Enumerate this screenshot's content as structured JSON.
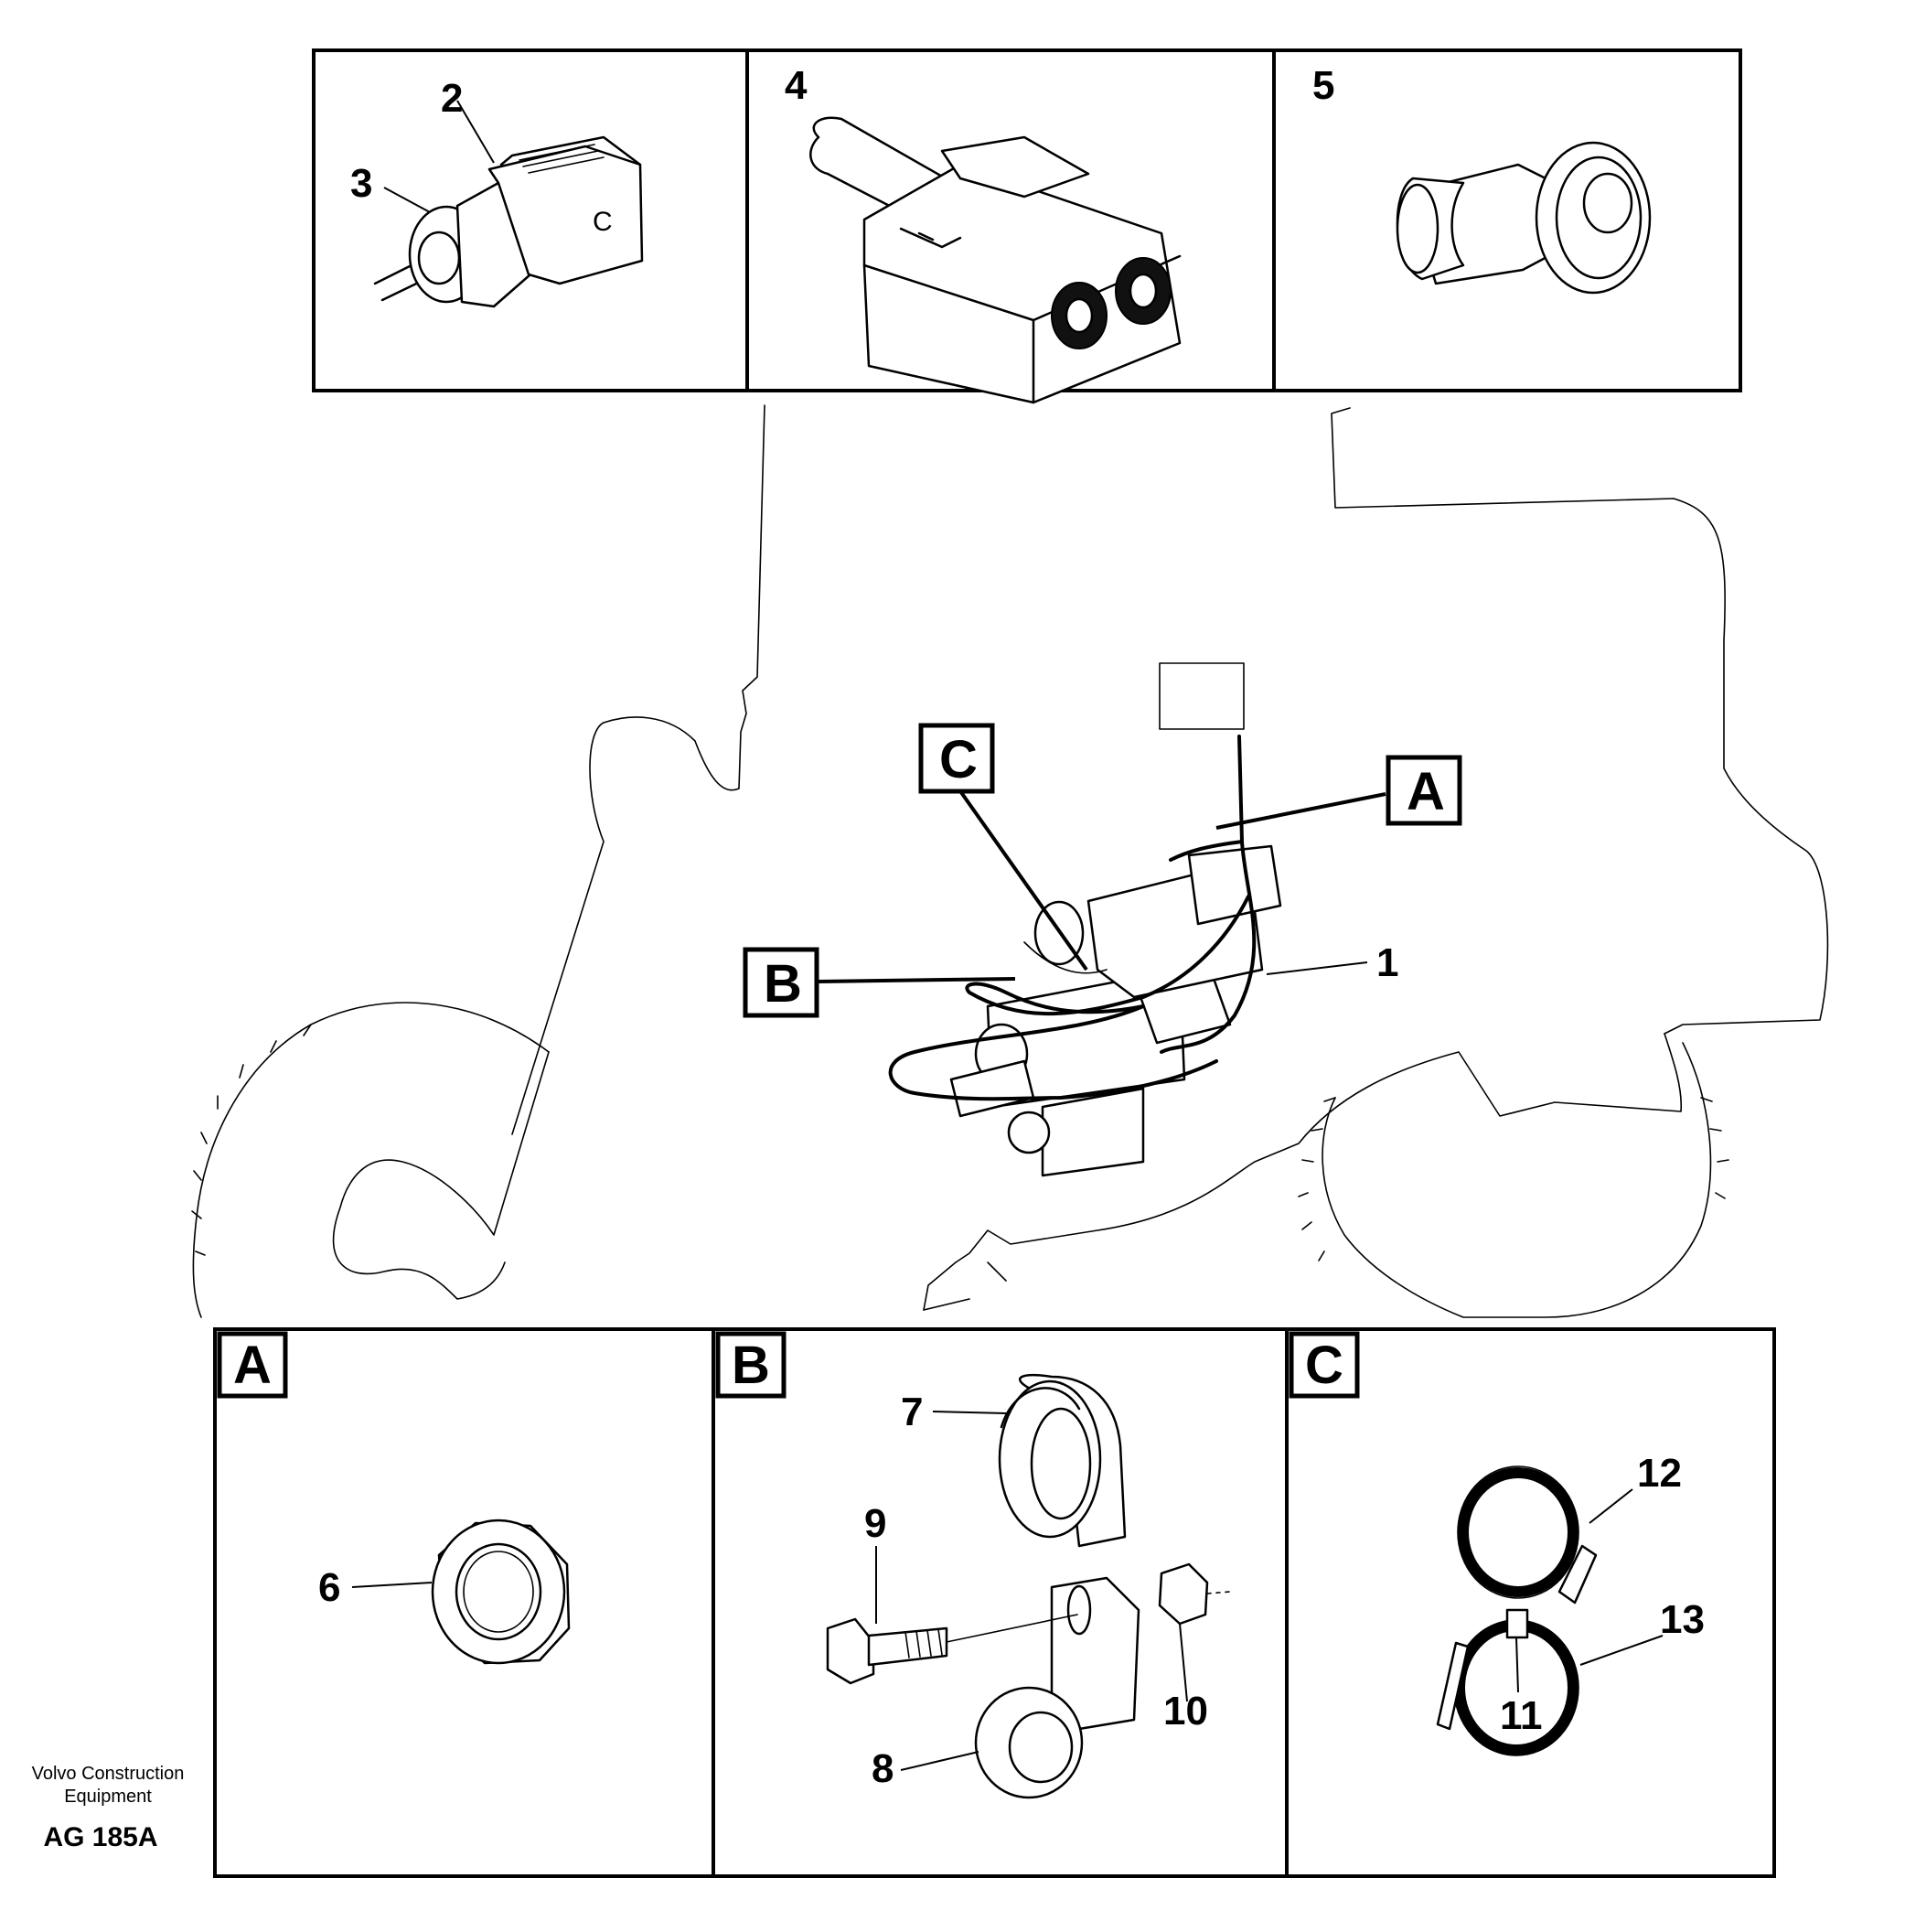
{
  "callouts": {
    "n1": "1",
    "n2": "2",
    "n3": "3",
    "n4": "4",
    "n5": "5",
    "n6": "6",
    "n7": "7",
    "n8": "8",
    "n9": "9",
    "n10": "10",
    "n11": "11",
    "n12": "12",
    "n13": "13"
  },
  "detail_letters": {
    "a": "A",
    "b": "B",
    "c": "C"
  },
  "connector_mark": "C",
  "footer": {
    "company_line1": "Volvo Construction",
    "company_line2": "Equipment",
    "code": "AG 185A"
  }
}
